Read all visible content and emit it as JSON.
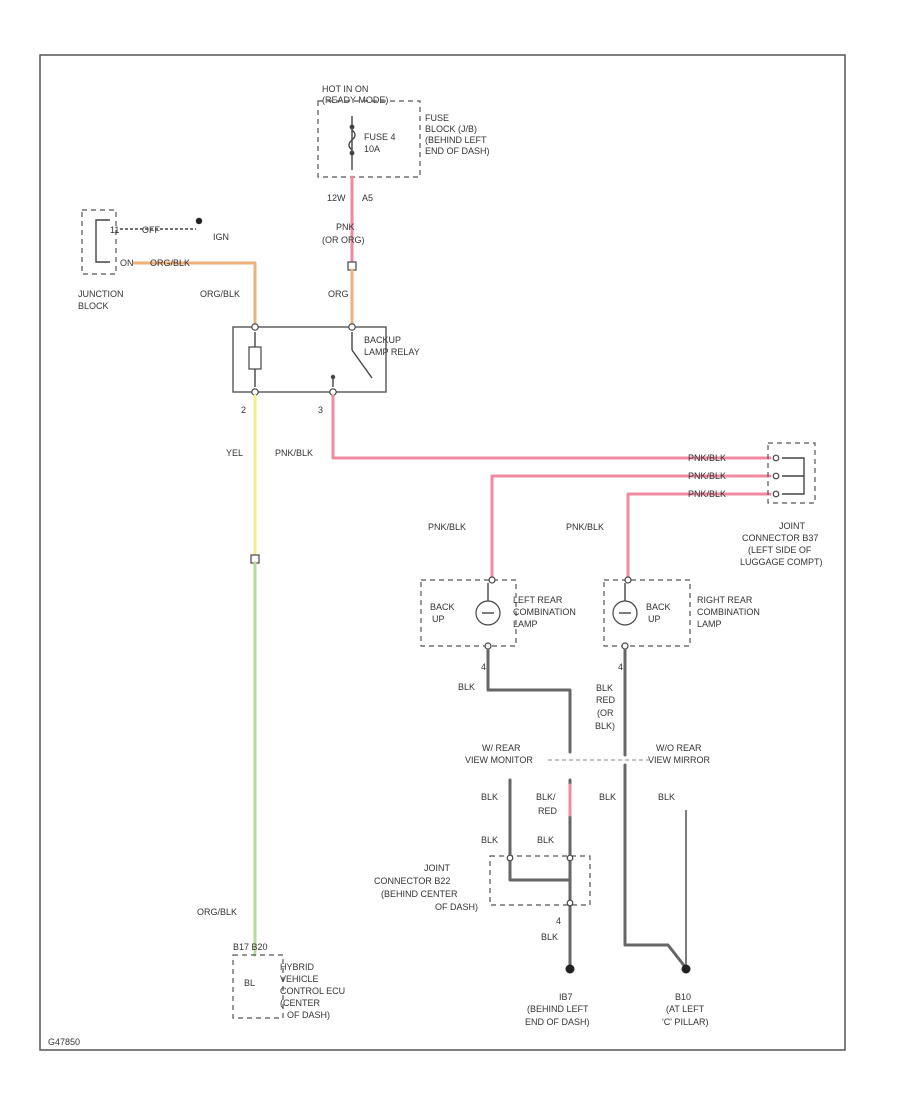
{
  "colors": {
    "frame": "#555555",
    "wire_pink": "#f08aa0",
    "wire_orange": "#f0b07a",
    "wire_yellow": "#f5f080",
    "wire_green": "#b6dd96",
    "wire_black": "#666666"
  },
  "labels": {
    "hot_in_on": "HOT IN ON",
    "ready_mode": "(READY MODE)",
    "fuse": "FUSE 4",
    "fuse_amp": "10A",
    "fuse_block_1": "FUSE",
    "fuse_block_2": "BLOCK (J/B)",
    "fuse_block_3": "(BEHIND LEFT",
    "fuse_block_4": "END OF DASH)",
    "conn_12w": "12W",
    "conn_a5": "A5",
    "pnk_wire": "PNK",
    "or_org": "(OR ORG)",
    "off_label": "OFF",
    "ign_label": "IGN",
    "on_label": "ON",
    "org_blk_top": "ORG/BLK",
    "junction_1": "JUNCTION",
    "junction_2": "BLOCK",
    "org_blk_left": "ORG/BLK",
    "org": "ORG",
    "relay_1": "BACKUP",
    "relay_2": "LAMP RELAY",
    "pin_2": "2",
    "pin_3": "3",
    "yel": "YEL",
    "pnk_blk_main": "PNK/BLK",
    "pnk_blk_r1": "PNK/BLK",
    "pnk_blk_r2": "PNK/BLK",
    "pnk_blk_r3": "PNK/BLK",
    "joint_1": "JOINT",
    "joint_2": "CONNECTOR B37",
    "joint_3": "(LEFT SIDE OF",
    "joint_4": "LUGGAGE COMPT)",
    "pnk_blk_left": "PNK/BLK",
    "pnk_blk_right": "PNK/BLK",
    "back_up_l1": "BACK",
    "back_up_l2": "UP",
    "left_lamp_1": "LEFT REAR",
    "left_lamp_2": "COMBINATION",
    "left_lamp_3": "LAMP",
    "back_up_r1": "BACK",
    "back_up_r2": "UP",
    "right_lamp_1": "RIGHT REAR",
    "right_lamp_2": "COMBINATION",
    "right_lamp_3": "LAMP",
    "blk_left": "BLK",
    "blk_right_1": "BLK",
    "blk_right_2": "RED",
    "blk_right_3": "(OR",
    "blk_right_4": "BLK)",
    "monitor_1": "W/ REAR",
    "monitor_2": "VIEW MONITOR",
    "mirror_1": "W/O REAR",
    "mirror_2": "VIEW MIRROR",
    "blk_a": "BLK",
    "blk_b1": "BLK/",
    "blk_b2": "RED",
    "blk_c": "BLK",
    "blk_d": "BLK",
    "blk_e": "BLK",
    "joint2_1": "JOINT",
    "joint2_2": "CONNECTOR B22",
    "joint2_3": "(BEHIND CENTER",
    "joint2_4": "OF DASH)",
    "pin_4": "4",
    "blk_f": "BLK",
    "org_blk_bottom": "ORG/BLK",
    "ecu_conn": "B17 B20",
    "ecu_pin": "BL",
    "ecu_1": "HYBRID",
    "ecu_2": "VEHICLE",
    "ecu_3": "CONTROL ECU",
    "ecu_4": "(CENTER",
    "ecu_5": "OF DASH)",
    "ground1_1": "IB7",
    "ground1_2": "(BEHIND LEFT",
    "ground1_3": "END OF DASH)",
    "ground2_1": "B10",
    "ground2_2": "(AT LEFT",
    "ground2_3": "'C' PILLAR)",
    "code": "G47850"
  }
}
